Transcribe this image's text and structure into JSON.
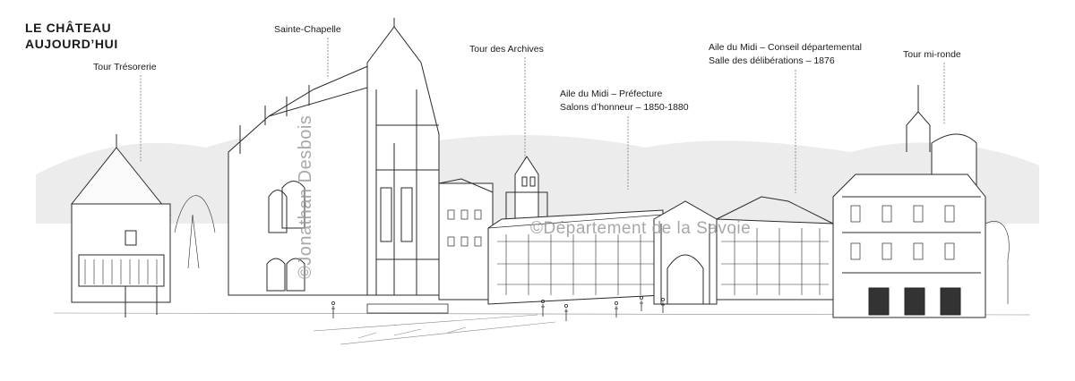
{
  "title": {
    "line1": "LE CHÂTEAU",
    "line2": "AUJOURD’HUI"
  },
  "labels": {
    "tour_tresorerie": "Tour Trésorerie",
    "sainte_chapelle": "Sainte-Chapelle",
    "tour_archives": "Tour des Archives",
    "aile_prefecture_1": "Aile du Midi – Préfecture",
    "aile_prefecture_2": "Salons d’honneur – 1850-1880",
    "aile_conseil_1": "Aile du Midi – Conseil départemental",
    "aile_conseil_2": "Salle des délibérations – 1876",
    "tour_mi_ronde": "Tour mi-ronde"
  },
  "watermarks": {
    "department": "©Département de la Savoie",
    "artist": "©Jonathan Desbois"
  },
  "colors": {
    "ink": "#1a1a1a",
    "sky": "#e9e9e9",
    "watermark": "#9a9a9a",
    "pointer": "#777777"
  }
}
